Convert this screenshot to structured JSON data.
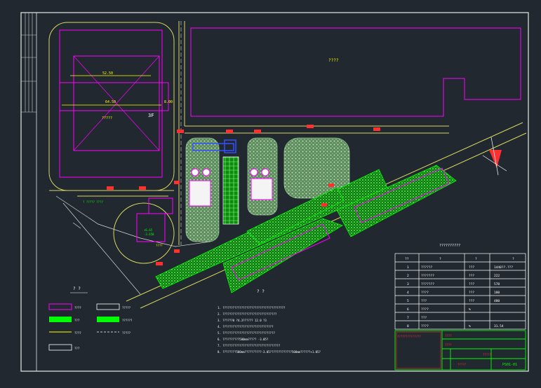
{
  "plan": {
    "building_large_label": "????",
    "building_3f_tag": "3F",
    "dim_top": "52.50",
    "dim_mid": "64.50",
    "dim_right": "8.00",
    "building_small_label": "?????",
    "pump_label": "????",
    "pump_dim1": "+6.65",
    "pump_dim2": "-3.650",
    "grass_note": "? ?????\n????",
    "legend_title": "? ?",
    "notes_title": "? ?",
    "road_labels": [
      "???",
      "???"
    ]
  },
  "legend": [
    {
      "label": "????"
    },
    {
      "label": "?????"
    },
    {
      "label": "???"
    },
    {
      "label": "??????"
    },
    {
      "label": "????"
    },
    {
      "label": "?????"
    },
    {
      "label": "???"
    }
  ],
  "notes": [
    "1. ?????????????????????????????????????",
    "2. ????????????????????????????????",
    "3. ??????0 ?4.3?????? 12.0 ?3",
    "4. ??????????????????????????????",
    "5. ???????????????????????????????",
    "6. ??????????500mm????? -3.05?",
    "7. ??????????????????????????????????",
    "8. ????????500mm??????????-3.05?????????????500mm??????+1.05?"
  ],
  "table": {
    "title": "??????????",
    "headers": [
      "??",
      "?",
      "?",
      "?"
    ],
    "rows": [
      [
        "1",
        "??????",
        "???",
        "1440??.???"
      ],
      [
        "2",
        "???????",
        "???",
        "222"
      ],
      [
        "3",
        "???????",
        "???",
        "578"
      ],
      [
        "4",
        "????",
        "???",
        "180"
      ],
      [
        "5",
        "???",
        "???",
        "480"
      ],
      [
        "6",
        "????",
        "%",
        ""
      ],
      [
        "7",
        "???",
        "",
        ""
      ],
      [
        "8",
        "????",
        "%",
        "31.54"
      ]
    ]
  },
  "title_block": {
    "left_text": "??????????????",
    "row1": "????",
    "row2": "????",
    "name": "?????",
    "scale": "?????",
    "sheet": "PS01-01"
  },
  "colors": {
    "background": "#212830",
    "frame": "#ffffff",
    "building": "#ff00ff",
    "road_yellow": "#ffff00",
    "grass": "#00ff00",
    "accent_red": "#ff3030",
    "text_yellow": "#ffff00"
  }
}
